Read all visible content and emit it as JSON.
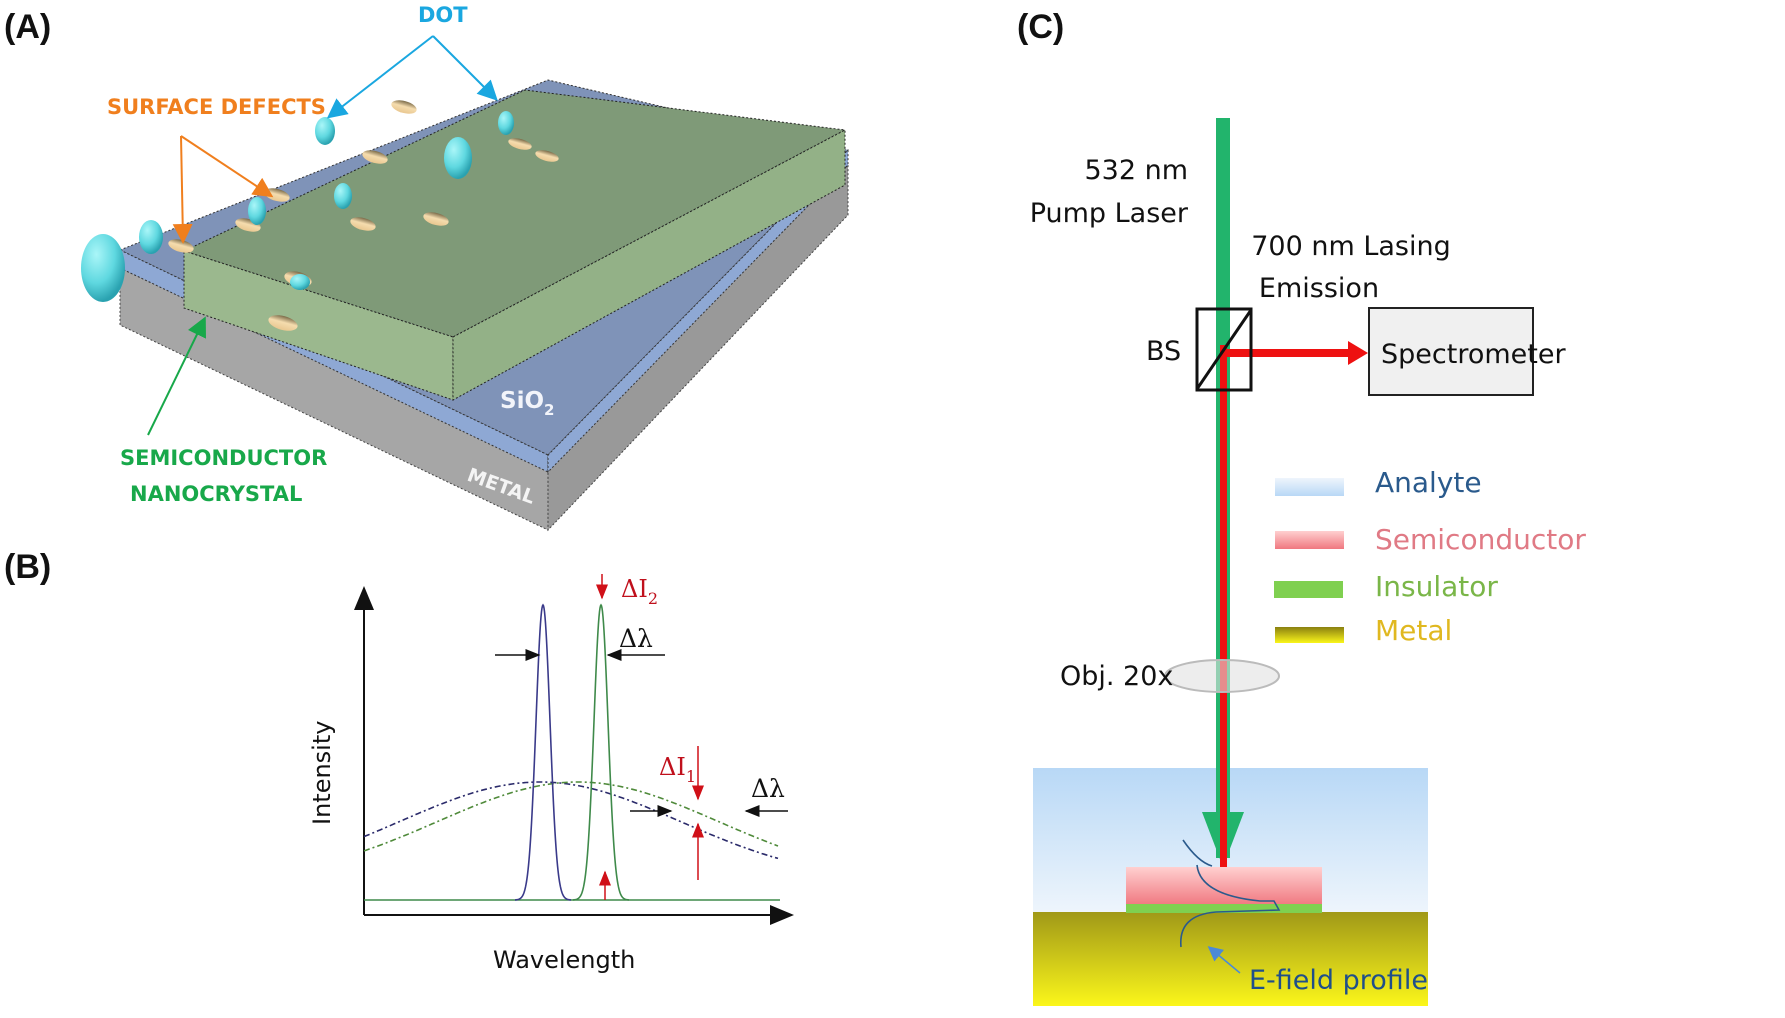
{
  "panels": {
    "a": {
      "label": "(A)",
      "callouts": {
        "dot": "DOT",
        "surface_defects": "SURFACE DEFECTS",
        "semiconductor_line1": "SEMICONDUCTOR",
        "semiconductor_line2": "NANOCRYSTAL"
      },
      "layers": {
        "sio2": "SiO",
        "sio2_sub": "2",
        "metal": "METAL"
      },
      "colors": {
        "dot": "#1aa7e0",
        "surface_defects": "#f07f1e",
        "semiconductor": "#18a84a",
        "nanocrystal_top": "#7f9a78",
        "nanocrystal_side": "#9bb88e",
        "sio2_top": "#7f93b8",
        "sio2_side": "#8ea8d4",
        "metal": "#a0a0a0",
        "sphere": "#5fd8e0"
      }
    },
    "b": {
      "label": "(B)",
      "xlabel": "Wavelength",
      "ylabel": "Intensity",
      "annotations": {
        "delta_i2": "ΔI",
        "delta_i2_sub": "2",
        "delta_i1": "ΔI",
        "delta_i1_sub": "1",
        "delta_lambda_top": "Δλ",
        "delta_lambda_bottom": "Δλ"
      },
      "colors": {
        "peak1": "#3a3a8a",
        "peak2": "#3f8a4a",
        "annotation_red": "#c0101c"
      }
    },
    "c": {
      "label": "(C)",
      "pump_line1": "532 nm",
      "pump_line2": "Pump Laser",
      "emission_line1": "700 nm Lasing",
      "emission_line2": "Emission",
      "beamsplitter": "BS",
      "spectrometer": "Spectrometer",
      "objective": "Obj. 20x",
      "efield": "E-field profile",
      "legend": [
        {
          "label": "Analyte",
          "color": "#2a5a8c"
        },
        {
          "label": "Semiconductor",
          "color": "#e07a85"
        },
        {
          "label": "Insulator",
          "color": "#7ab648"
        },
        {
          "label": "Metal",
          "color": "#e0b820"
        }
      ],
      "colors": {
        "pump_beam": "#22b46c",
        "emission_beam": "#ee1111"
      }
    }
  }
}
